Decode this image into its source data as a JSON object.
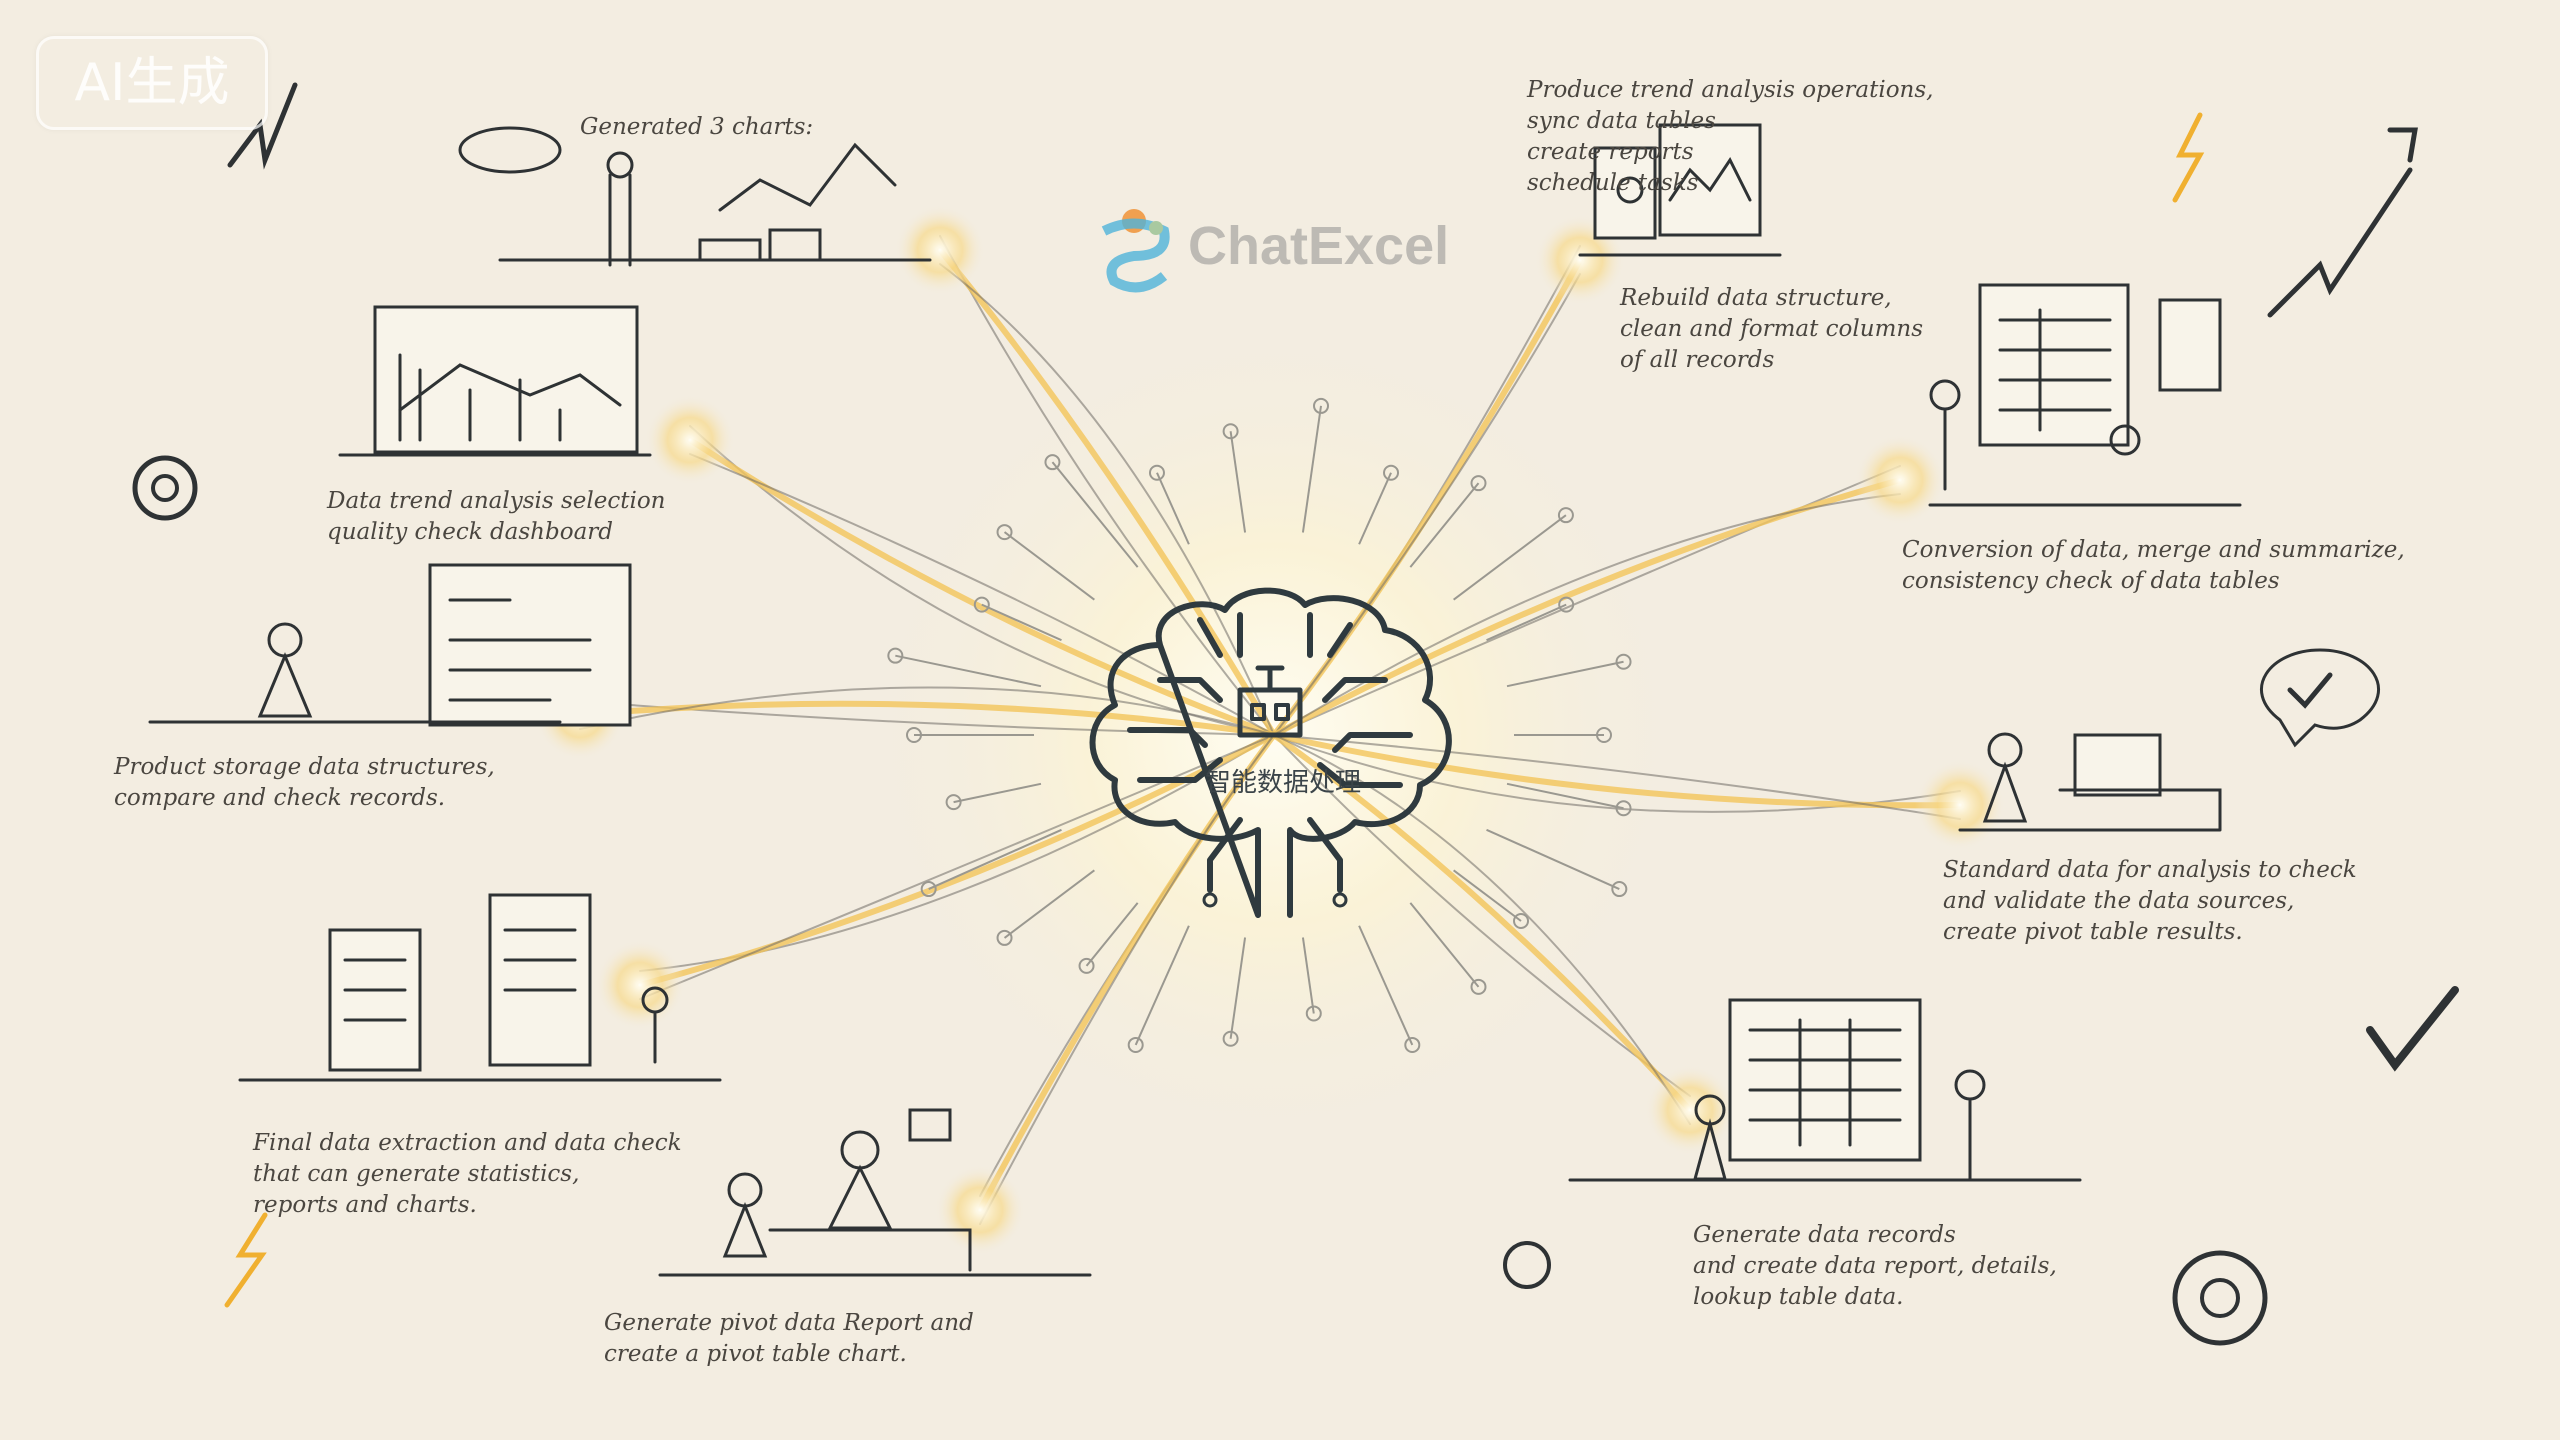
{
  "watermark": "AI生成",
  "logo": {
    "text": "ChatExcel",
    "colors": [
      "#4fb3d9",
      "#f0a050",
      "#a9c9a0"
    ]
  },
  "center": {
    "label": "智能数据处理",
    "icon": "brain-circuit-robot-icon"
  },
  "captions": [
    {
      "id": "generated-charts",
      "text": "Generated 3 charts:"
    },
    {
      "id": "produce-trend",
      "text": "Produce trend analysis operations,\nsync data tables\ncreate reports\nschedule tasks"
    },
    {
      "id": "trend-analysis",
      "text": "Data trend analysis selection\nquality check dashboard"
    },
    {
      "id": "rebuild-data",
      "text": "Rebuild data structure,\nclean and format columns\nof all records"
    },
    {
      "id": "conversion",
      "text": "Conversion of data, merge and summarize,\nconsistency check of data tables"
    },
    {
      "id": "product-storage",
      "text": "Product storage data structures,\ncompare and check records."
    },
    {
      "id": "standard-check",
      "text": "Standard data for analysis to check\nand validate the data sources,\ncreate pivot table results."
    },
    {
      "id": "final-data",
      "text": "Final data extraction and data check\nthat can generate statistics,\nreports and charts."
    },
    {
      "id": "generate-data",
      "text": "Generate data records\nand create data report, details,\nlookup table data."
    },
    {
      "id": "pivot-data",
      "text": "Generate pivot data Report and\ncreate a pivot table chart."
    }
  ],
  "accent": "#f2c45a",
  "ink": "#2e3234",
  "background": "#f3ede1"
}
